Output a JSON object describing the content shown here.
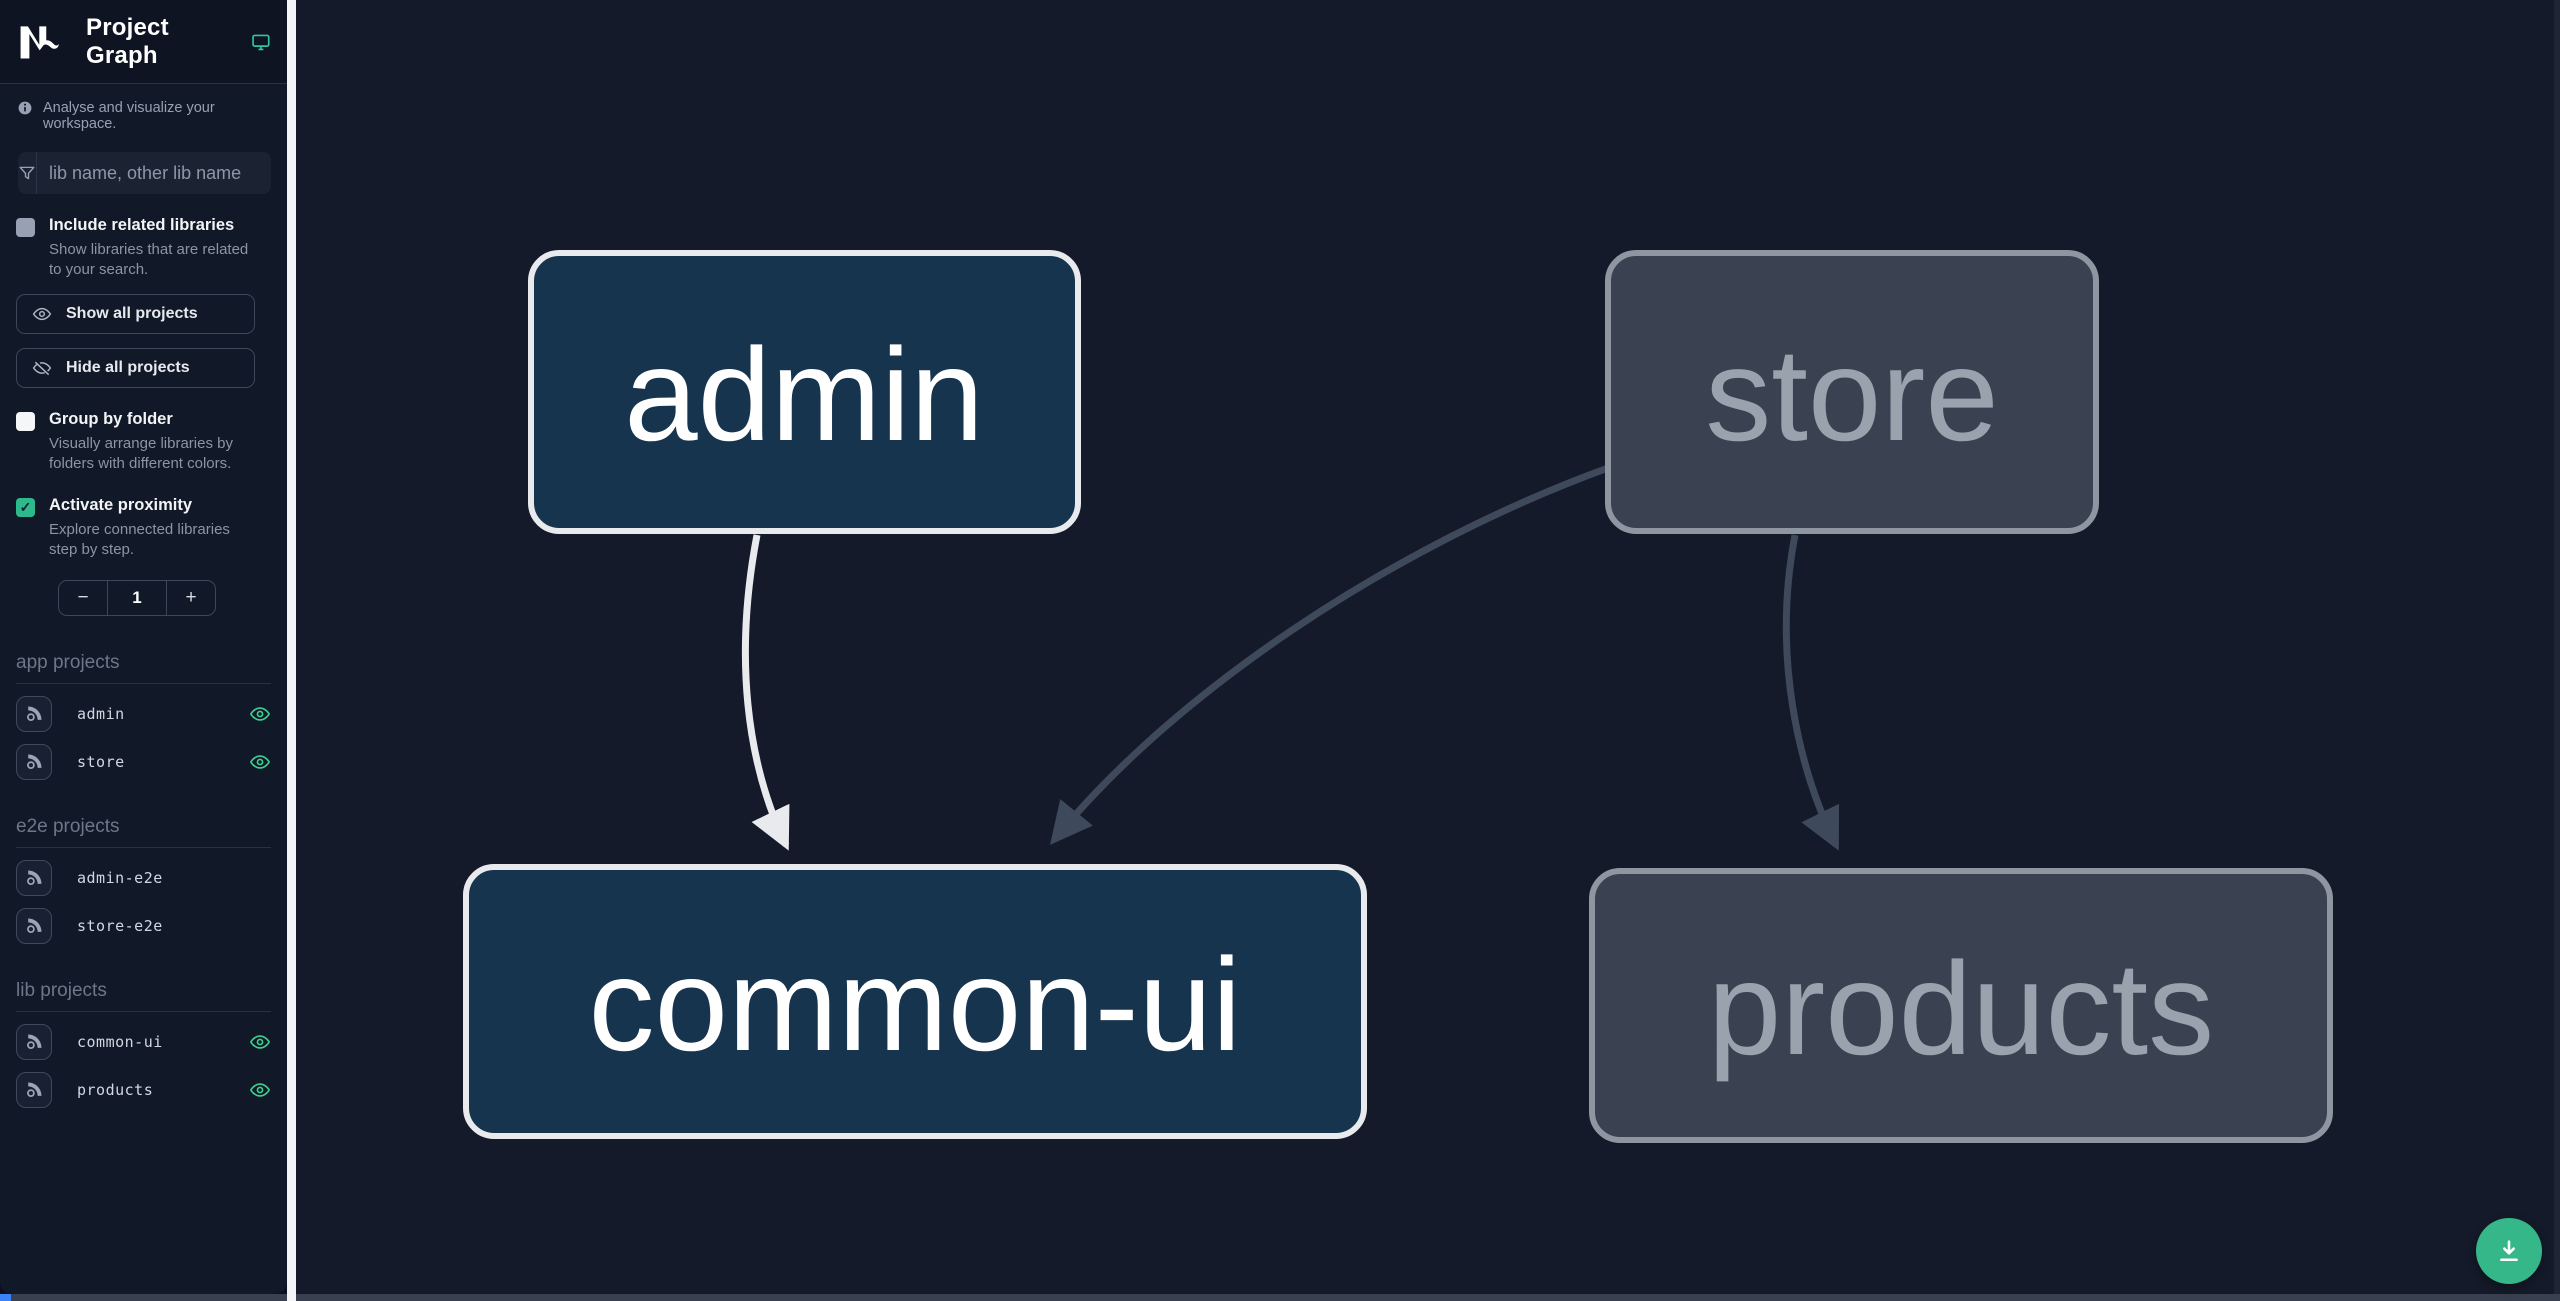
{
  "app": {
    "title": "Project Graph"
  },
  "sidebar": {
    "subtitle": "Analyse and visualize your workspace.",
    "filter": {
      "placeholder": "lib name, other lib name"
    },
    "checkboxes": {
      "include_related": {
        "label": "Include related libraries",
        "description": "Show libraries that are related to your search.",
        "checked": false
      },
      "group_by_folder": {
        "label": "Group by folder",
        "description": "Visually arrange libraries by folders with different colors.",
        "checked": false
      },
      "activate_proximity": {
        "label": "Activate proximity",
        "description": "Explore connected libraries step by step.",
        "checked": true,
        "checkmark": "✓"
      }
    },
    "buttons": {
      "show_all": "Show all projects",
      "hide_all": "Hide all projects"
    },
    "proximity_stepper": {
      "decrement": "−",
      "value": "1",
      "increment": "+"
    },
    "sections": [
      {
        "heading": "app projects",
        "items": [
          {
            "name": "admin",
            "eye": true
          },
          {
            "name": "store",
            "eye": true
          }
        ]
      },
      {
        "heading": "e2e projects",
        "items": [
          {
            "name": "admin-e2e",
            "eye": false
          },
          {
            "name": "store-e2e",
            "eye": false
          }
        ]
      },
      {
        "heading": "lib projects",
        "items": [
          {
            "name": "common-ui",
            "eye": true
          },
          {
            "name": "products",
            "eye": true
          }
        ]
      }
    ]
  },
  "graph": {
    "nodes": [
      {
        "id": "admin",
        "label": "admin",
        "state": "focused"
      },
      {
        "id": "store",
        "label": "store",
        "state": "unfocused"
      },
      {
        "id": "common-ui",
        "label": "common-ui",
        "state": "focused"
      },
      {
        "id": "products",
        "label": "products",
        "state": "unfocused"
      }
    ],
    "edges": [
      {
        "source": "admin",
        "target": "common-ui",
        "state": "highlighted"
      },
      {
        "source": "store",
        "target": "common-ui",
        "state": "dimmed"
      },
      {
        "source": "store",
        "target": "products",
        "state": "dimmed"
      }
    ]
  },
  "colors": {
    "accent_green": "#35b789",
    "eye_green": "#3ecf8e",
    "focused_node_fill": "#17344f",
    "focused_node_border": "#e8eaed",
    "unfocused_node_fill": "#3a4252",
    "unfocused_node_border": "#8e96a2",
    "edge_light": "#e8eaed",
    "edge_dark": "#3e4a5c",
    "scrollbar_thumb": "#3b82f6",
    "sidebar_bg": "#111827",
    "canvas_bg": "#141a29"
  }
}
